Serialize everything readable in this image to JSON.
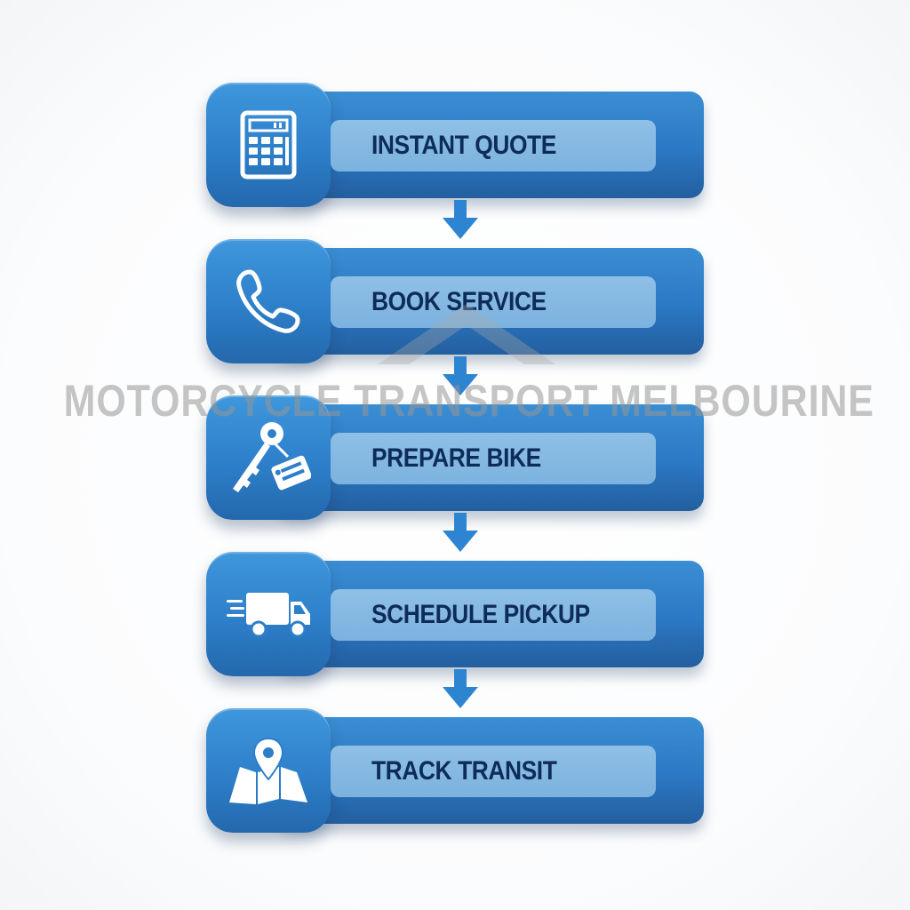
{
  "steps": [
    {
      "label": "INSTANT QUOTE",
      "icon": "calculator-icon"
    },
    {
      "label": "BOOK SERVICE",
      "icon": "phone-icon"
    },
    {
      "label": "PREPARE BIKE",
      "icon": "key-tag-icon"
    },
    {
      "label": "SCHEDULE PICKUP",
      "icon": "delivery-truck-icon"
    },
    {
      "label": "TRACK TRANSIT",
      "icon": "map-pin-icon"
    }
  ],
  "watermark": "MOTORCYCLE TRANSPORT MELBOURINE",
  "colors": {
    "bar": "#2b78c4",
    "label_pill": "#86b9e2",
    "label_text": "#0e2c5a",
    "arrow": "#2d84d0",
    "watermark": "#969696"
  }
}
